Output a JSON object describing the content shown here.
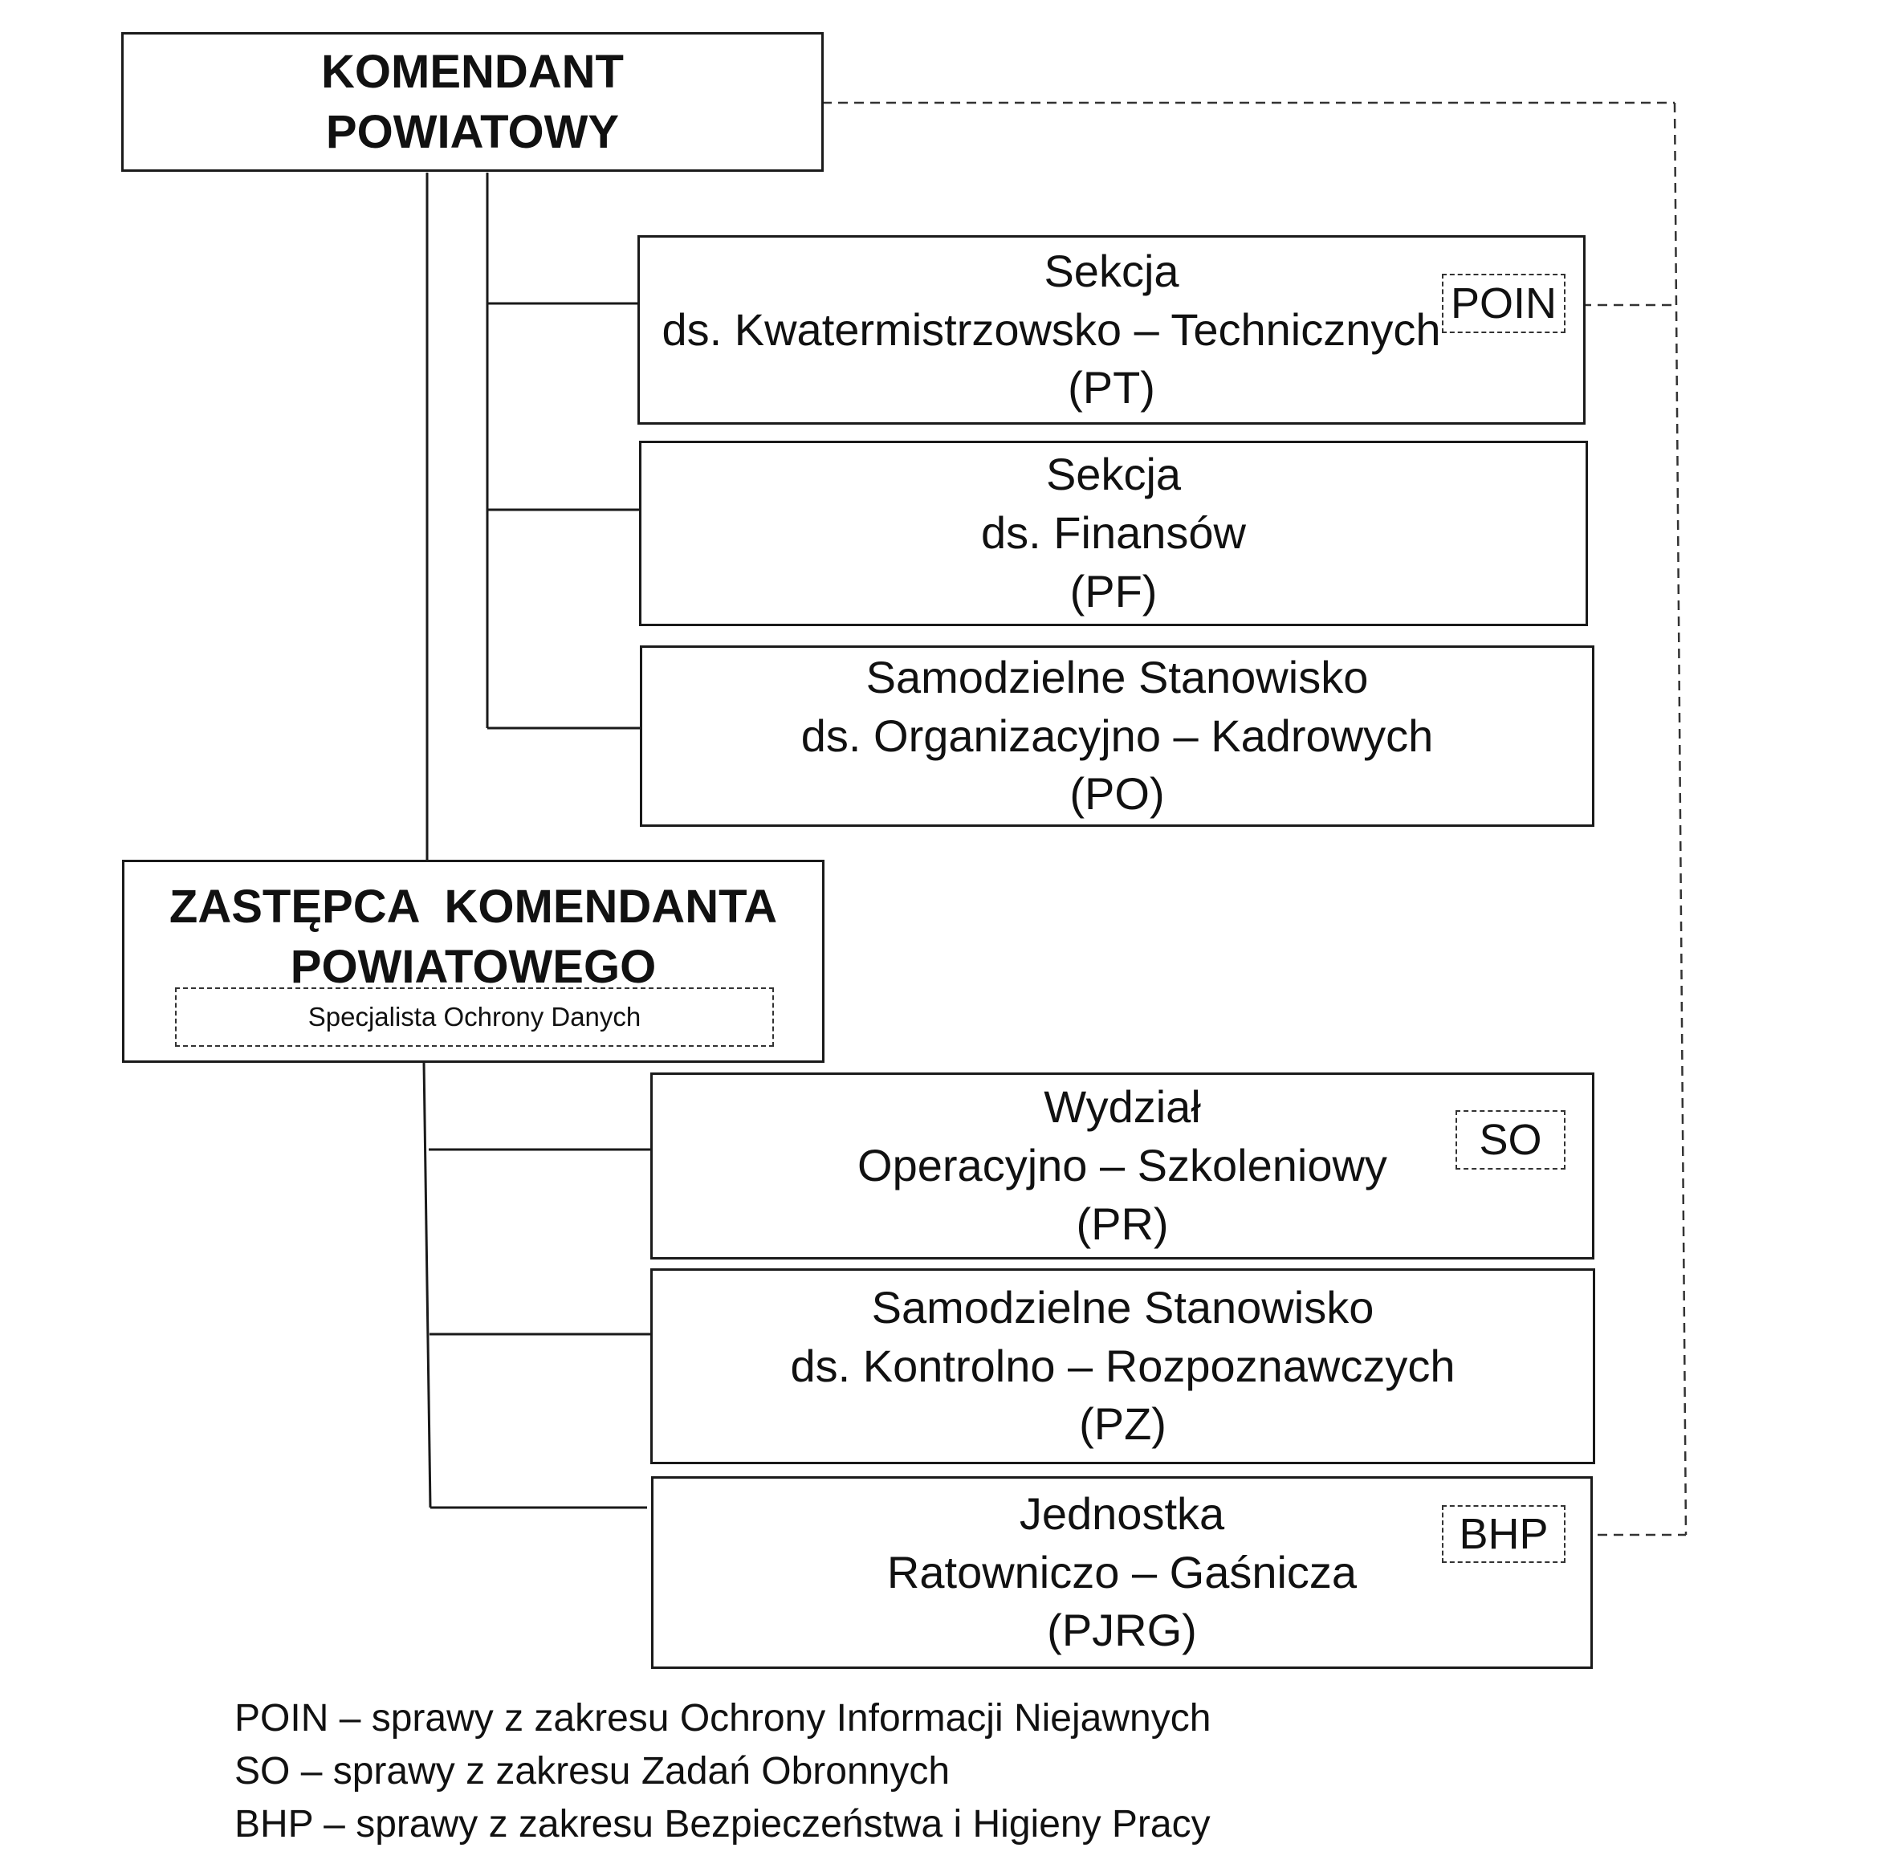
{
  "commander": {
    "line1": "KOMENDANT",
    "line2": "POWIATOWY"
  },
  "deputy": {
    "line1": "ZASTĘPCA  KOMENDANTA",
    "line2": "POWIATOWEGO",
    "sub_label": "Specjalista Ochrony Danych"
  },
  "units_commander": [
    {
      "line1": "Sekcja",
      "line2": "ds. Kwatermistrzowsko – Technicznych",
      "line3": "(PT)",
      "tag": "POIN"
    },
    {
      "line1": "Sekcja",
      "line2": "ds. Finansów",
      "line3": "(PF)"
    },
    {
      "line1": "Samodzielne Stanowisko",
      "line2": "ds. Organizacyjno – Kadrowych",
      "line3": "(PO)"
    }
  ],
  "units_deputy": [
    {
      "line1": "Wydział",
      "line2": "Operacyjno – Szkoleniowy",
      "line3": "(PR)",
      "tag": "SO"
    },
    {
      "line1": "Samodzielne Stanowisko",
      "line2": "ds. Kontrolno – Rozpoznawczych",
      "line3": "(PZ)"
    },
    {
      "line1": "Jednostka",
      "line2": "Ratowniczo – Gaśnicza",
      "line3": "(PJRG)",
      "tag": "BHP"
    }
  ],
  "legend": [
    "POIN – sprawy z zakresu Ochrony Informacji Niejawnych",
    "SO – sprawy z zakresu Zadań Obronnych",
    "BHP – sprawy z zakresu Bezpieczeństwa i Higieny Pracy"
  ]
}
